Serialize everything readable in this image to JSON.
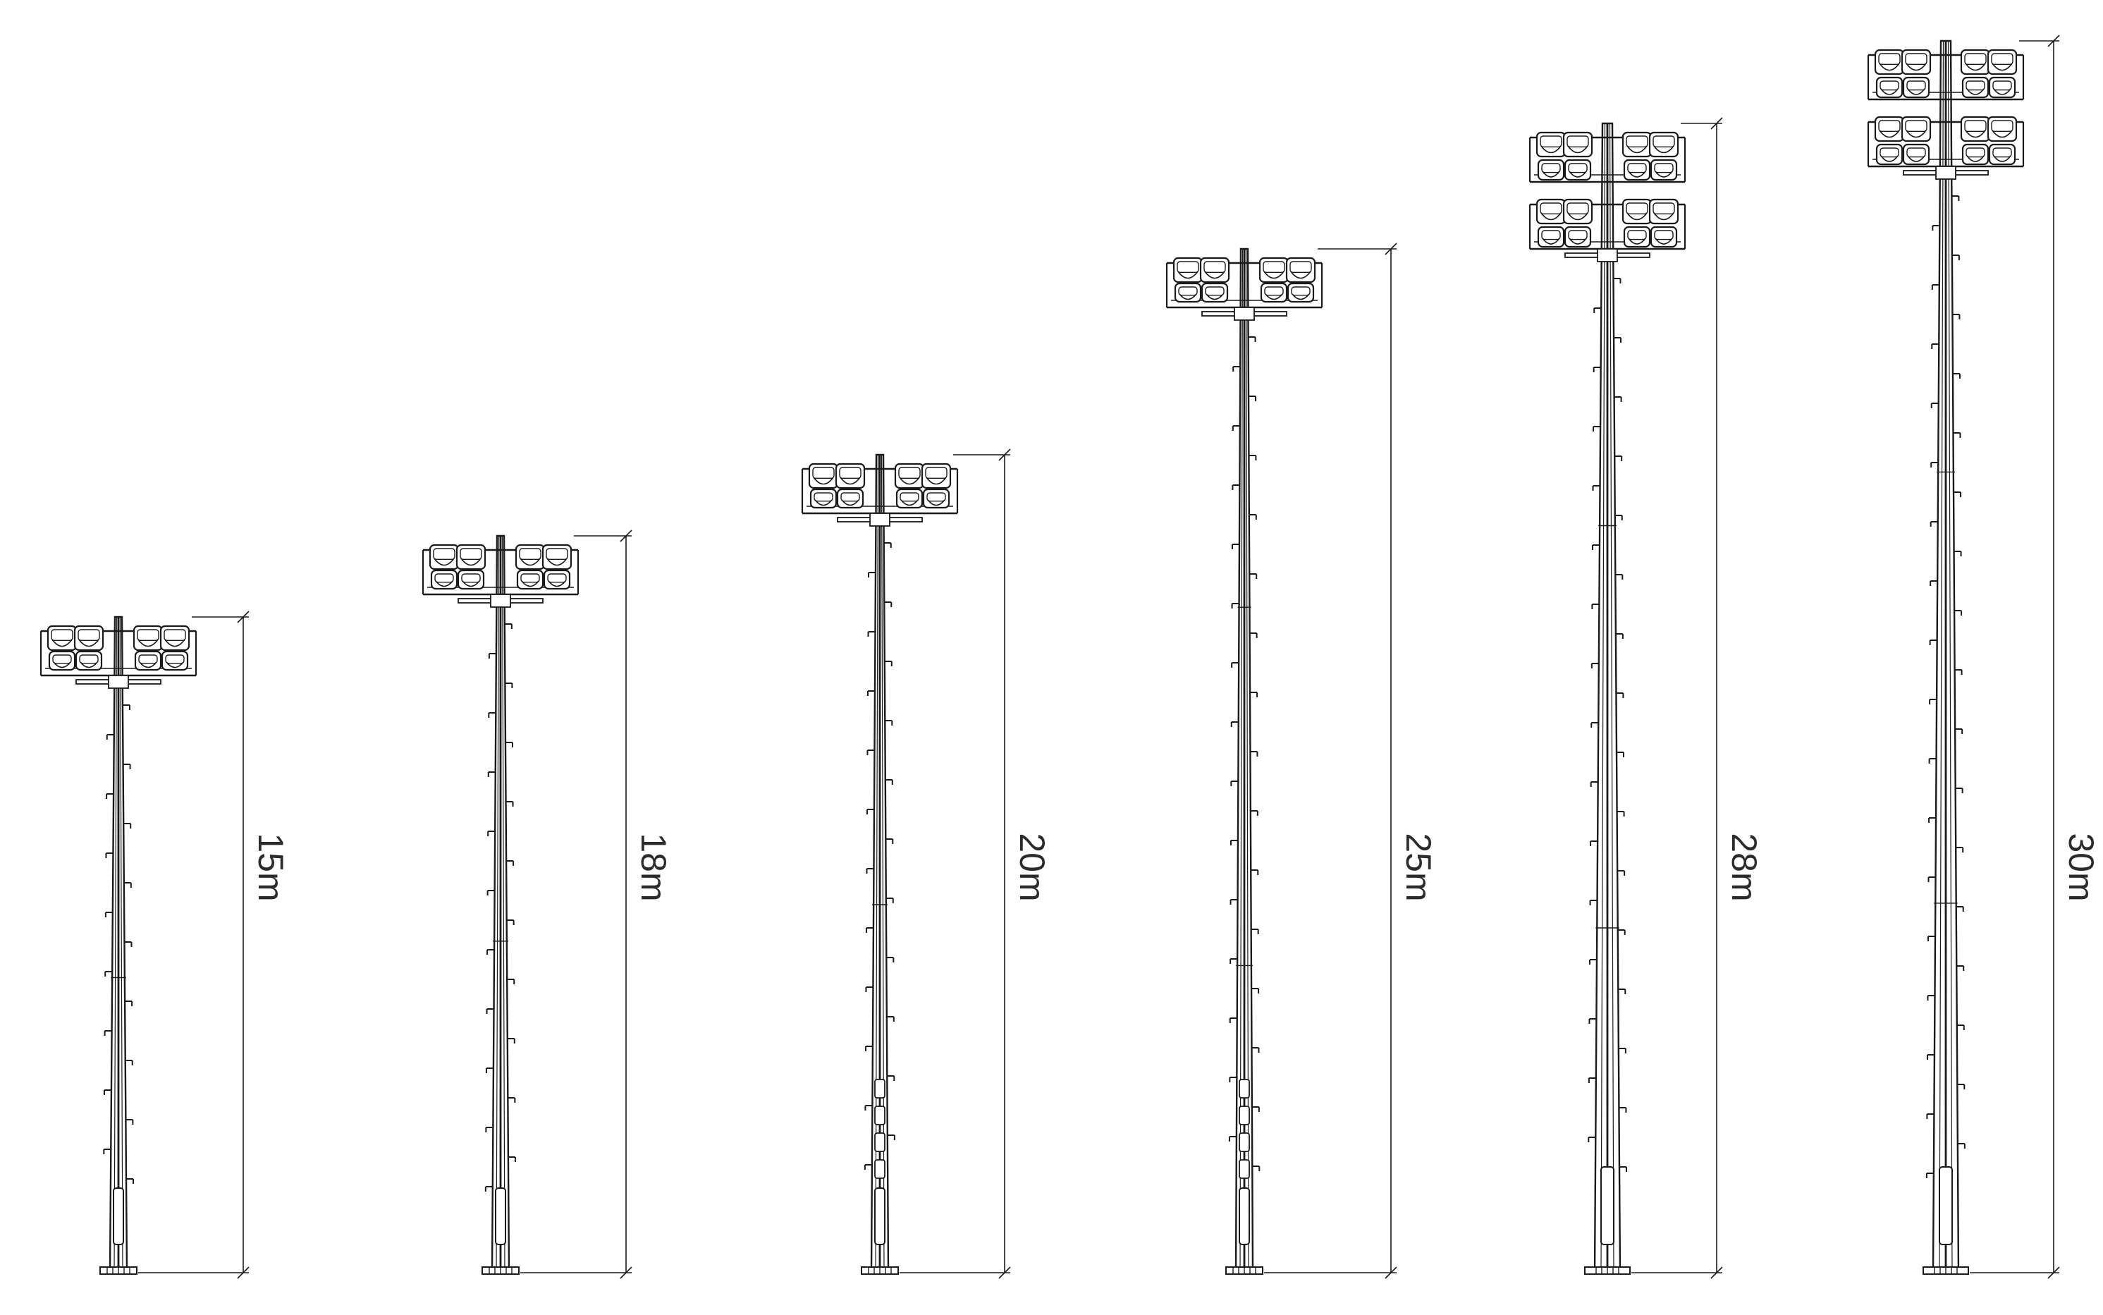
{
  "diagram": {
    "line_color": "#1a1a1a",
    "background": "#ffffff",
    "poles": [
      {
        "label": "15m",
        "height_m": 15,
        "lamp_rows": 1,
        "lamps_per_row": 4
      },
      {
        "label": "18m",
        "height_m": 18,
        "lamp_rows": 1,
        "lamps_per_row": 4
      },
      {
        "label": "20m",
        "height_m": 20,
        "lamp_rows": 1,
        "lamps_per_row": 4
      },
      {
        "label": "25m",
        "height_m": 25,
        "lamp_rows": 1,
        "lamps_per_row": 4
      },
      {
        "label": "28m",
        "height_m": 28,
        "lamp_rows": 2,
        "lamps_per_row": 4
      },
      {
        "label": "30m",
        "height_m": 30,
        "lamp_rows": 2,
        "lamps_per_row": 4
      }
    ]
  }
}
